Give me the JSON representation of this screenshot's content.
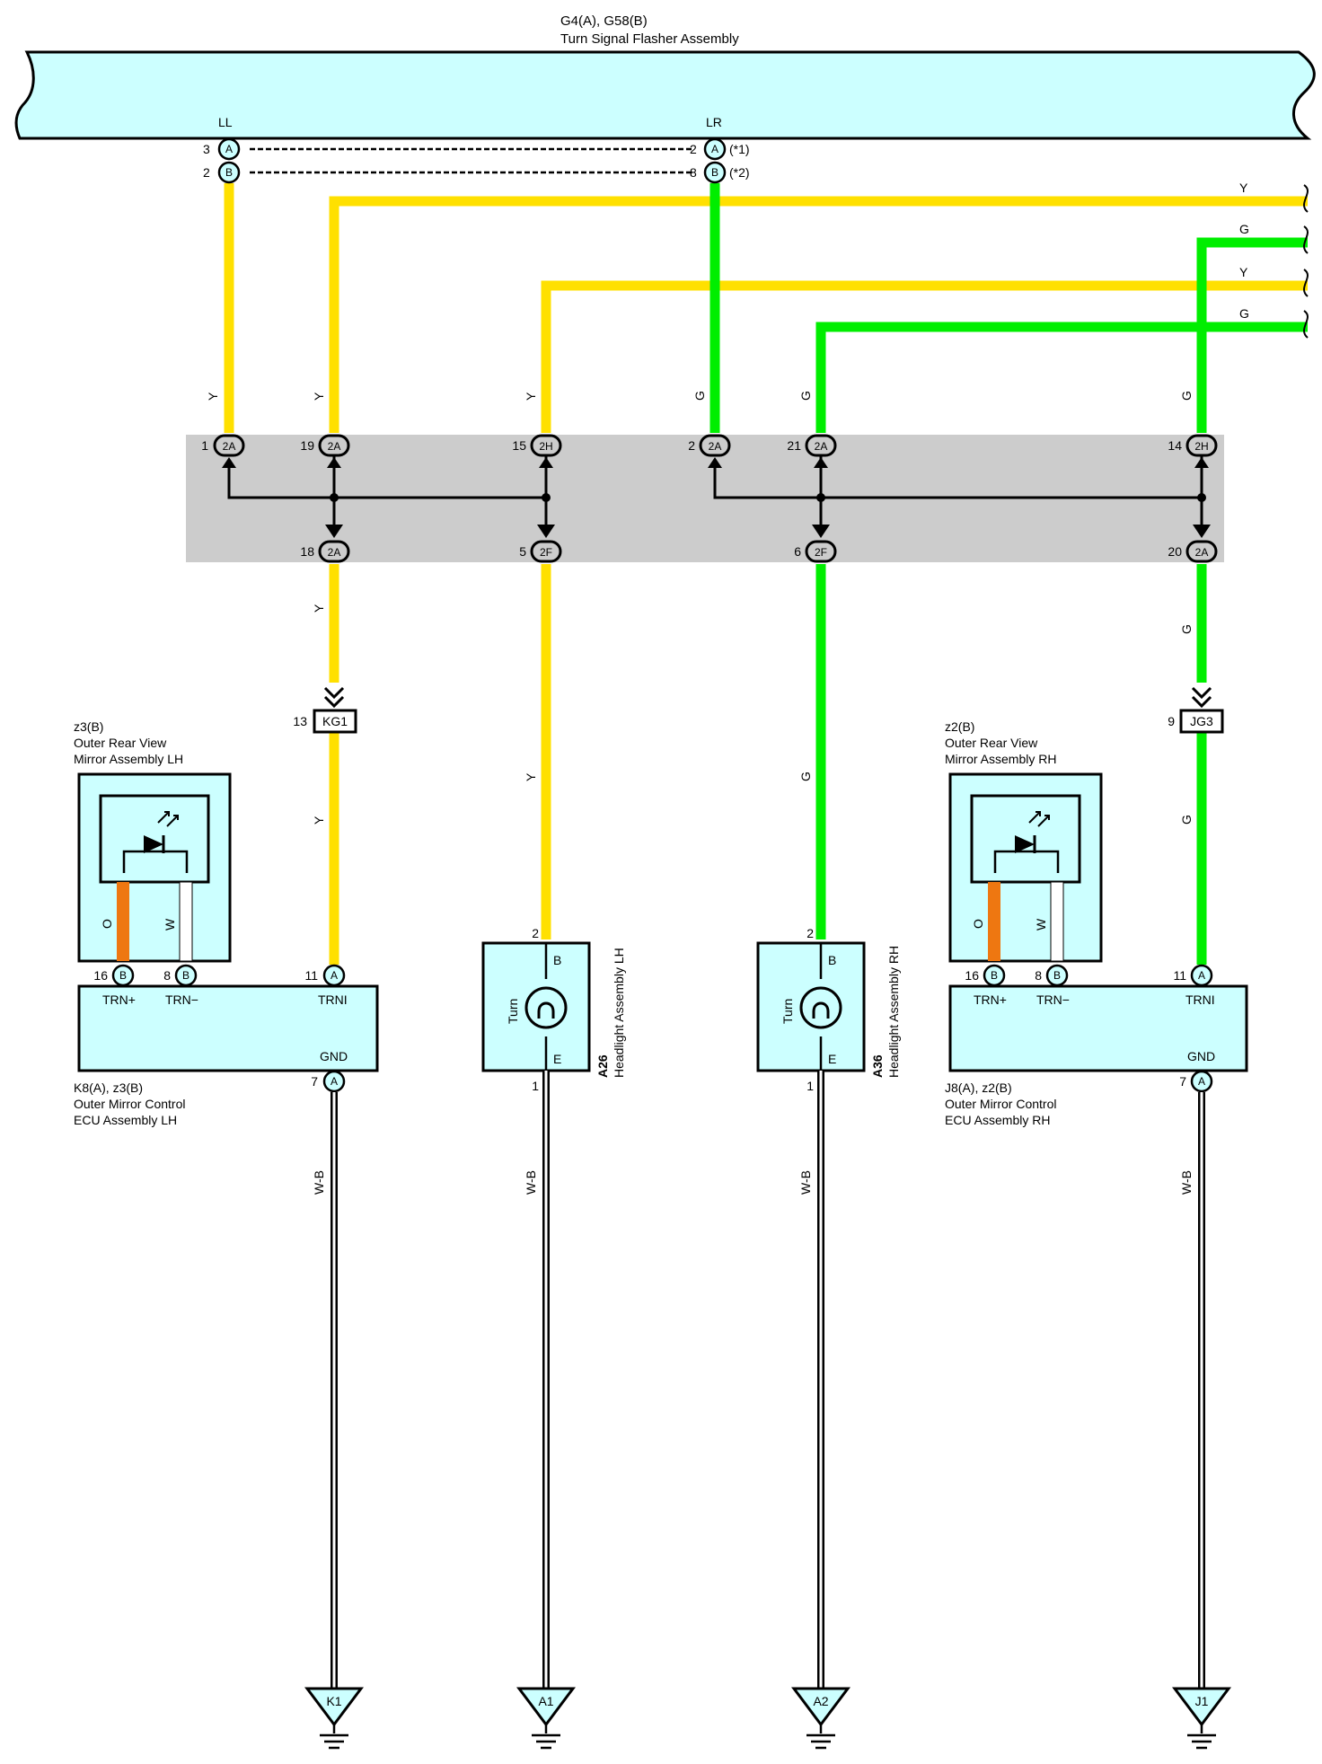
{
  "colors": {
    "module_fill": "#ccffff",
    "junction_fill": "#cccccc",
    "wire_Y": "#ffe000",
    "wire_G": "#00ee00",
    "wire_O": "#ee7711",
    "wire_W": "#ffffff"
  },
  "flasher": {
    "code": "G4(A), G58(B)",
    "name": "Turn Signal Flasher Assembly",
    "term_left": "LL",
    "term_right": "LR",
    "pin_ll_a": "3",
    "pin_ll_b": "2",
    "pin_lr_a": "2",
    "pin_lr_b": "8",
    "conn_a": "A",
    "conn_b": "B",
    "note_1": "(*1)",
    "note_2": "(*2)"
  },
  "wire_labels": {
    "y": "Y",
    "g": "G",
    "o": "O",
    "w": "W",
    "wb": "W-B"
  },
  "junction": {
    "top": [
      {
        "pin": "1",
        "conn": "2A"
      },
      {
        "pin": "19",
        "conn": "2A"
      },
      {
        "pin": "15",
        "conn": "2H"
      },
      {
        "pin": "2",
        "conn": "2A"
      },
      {
        "pin": "21",
        "conn": "2A"
      },
      {
        "pin": "14",
        "conn": "2H"
      }
    ],
    "bottom": [
      {
        "pin": "18",
        "conn": "2A"
      },
      {
        "pin": "5",
        "conn": "2F"
      },
      {
        "pin": "6",
        "conn": "2F"
      },
      {
        "pin": "20",
        "conn": "2A"
      }
    ]
  },
  "inline_connectors": {
    "kg1": {
      "pin": "13",
      "label": "KG1"
    },
    "jg3": {
      "pin": "9",
      "label": "JG3"
    }
  },
  "mirror_lh": {
    "code": "z3(B)",
    "name_line1": "Outer Rear View",
    "name_line2": "Mirror Assembly LH"
  },
  "mirror_rh": {
    "code": "z2(B)",
    "name_line1": "Outer Rear View",
    "name_line2": "Mirror Assembly RH"
  },
  "ecu_lh": {
    "code": "K8(A), z3(B)",
    "name_line1": "Outer Mirror Control",
    "name_line2": "ECU Assembly LH",
    "pin_trnp": "16",
    "pin_trnm": "8",
    "pin_trni": "11",
    "pin_gnd": "7",
    "conn_trnp": "B",
    "conn_trnm": "B",
    "conn_trni": "A",
    "conn_gnd": "A",
    "lbl_trnp": "TRN+",
    "lbl_trnm": "TRN−",
    "lbl_trni": "TRNI",
    "lbl_gnd": "GND"
  },
  "ecu_rh": {
    "code": "J8(A), z2(B)",
    "name_line1": "Outer Mirror Control",
    "name_line2": "ECU Assembly RH",
    "pin_trnp": "16",
    "pin_trnm": "8",
    "pin_trni": "11",
    "pin_gnd": "7",
    "conn_trnp": "B",
    "conn_trnm": "B",
    "conn_trni": "A",
    "conn_gnd": "A",
    "lbl_trnp": "TRN+",
    "lbl_trnm": "TRN−",
    "lbl_trni": "TRNI",
    "lbl_gnd": "GND"
  },
  "headlight_lh": {
    "code": "A26",
    "name": "Headlight Assembly LH",
    "bulb": "Turn",
    "term_b": "B",
    "term_e": "E",
    "pin_b": "2",
    "pin_e": "1"
  },
  "headlight_rh": {
    "code": "A36",
    "name": "Headlight Assembly RH",
    "bulb": "Turn",
    "term_b": "B",
    "term_e": "E",
    "pin_b": "2",
    "pin_e": "1"
  },
  "grounds": [
    "K1",
    "A1",
    "A2",
    "J1"
  ]
}
